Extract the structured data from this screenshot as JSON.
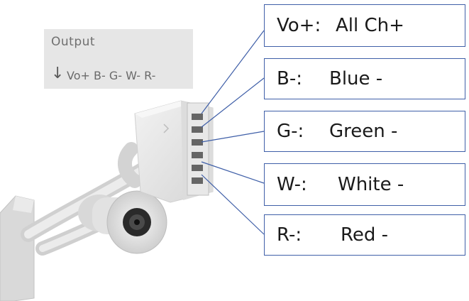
{
  "output_panel": {
    "title": "Output",
    "arrow": "↓",
    "pins": "Vo+ B- G- W- R-"
  },
  "pins": [
    {
      "code": "Vo+:",
      "description": "All Ch+"
    },
    {
      "code": "B-:",
      "description": "Blue -"
    },
    {
      "code": "G-:",
      "description": "Green -"
    },
    {
      "code": "W-:",
      "description": "White -"
    },
    {
      "code": "R-:",
      "description": "Red -"
    }
  ],
  "colors": {
    "leader_line": "#3f5fa8",
    "box_border": "#3f5fa8",
    "connector_body": "#e4e4e4"
  }
}
